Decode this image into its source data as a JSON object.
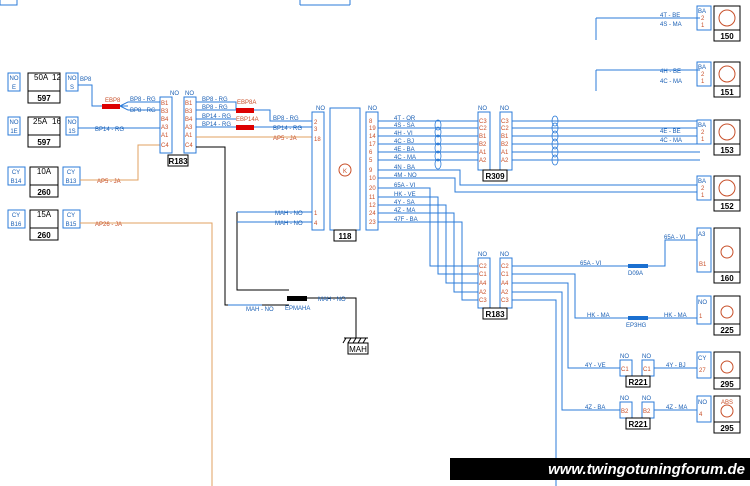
{
  "fuses": [
    {
      "left": "NO",
      "right": "NO",
      "rating": "50A",
      "num": "12",
      "leftsub": "E",
      "rightsub": "S",
      "code": "597"
    },
    {
      "left": "NO",
      "right": "NO",
      "rating": "25A",
      "num": "16",
      "leftsub": "1E",
      "rightsub": "1S",
      "code": "597"
    },
    {
      "left": "CY",
      "right": "CY",
      "rating": "10A",
      "num": "",
      "leftsub": "B14",
      "rightsub": "B13",
      "code": "260"
    },
    {
      "left": "CY",
      "right": "CY",
      "rating": "15A",
      "num": "",
      "leftsub": "B16",
      "rightsub": "B15",
      "code": "260"
    }
  ],
  "fuse_wires": [
    "BP8",
    "BP14 - RG",
    "AP5 - JA",
    "AP26 - JA"
  ],
  "splices": [
    "EBP8",
    "EBP8A",
    "EBP14A",
    "EPMAHA",
    "D09A",
    "EP3HG"
  ],
  "r183_left": {
    "label": "R183",
    "pins_l": [
      "B1",
      "B3",
      "B4",
      "A3",
      "A1",
      "C4"
    ],
    "pins_r": [
      "B1",
      "B3",
      "B4",
      "A3",
      "A1",
      "C4"
    ],
    "top": "NO",
    "top2": "NO"
  },
  "r183_wires_l": [
    "BP8 - RG",
    "BP8 - RG",
    "BP14 - RG"
  ],
  "r183_wires_r": [
    "BP8 - RG",
    "BP8 - RG",
    "BP14 - RG",
    "BP14 - RG"
  ],
  "ecu": {
    "label": "118",
    "top_l": "NO",
    "top_r": "NO",
    "in_pins": [
      "2",
      "3",
      "18",
      "1",
      "4"
    ],
    "in_wires": [
      "BP8 - RG",
      "BP14 - RG",
      "AP5 - JA",
      "MAH - NO",
      "MAH - NO"
    ],
    "out_pins": [
      "8",
      "19",
      "14",
      "17",
      "6",
      "5",
      "9",
      "10",
      "20",
      "11",
      "12",
      "24",
      "23"
    ],
    "out_wires": [
      "4T - OR",
      "4S - SA",
      "4H - VI",
      "4C - BJ",
      "4E - BA",
      "4C - MA",
      "4N - BA",
      "4M - NO",
      "65A - VI",
      "HK - VE",
      "4Y - SA",
      "4Z - MA",
      "47F - BA"
    ]
  },
  "r309": {
    "label": "R309",
    "pins": [
      "C3",
      "C2",
      "B1",
      "B2",
      "A1",
      "A2"
    ],
    "top_l": "NO",
    "top_r": "NO"
  },
  "r183_right": {
    "label": "R183",
    "pins": [
      "C2",
      "C1",
      "A4",
      "A2",
      "C3"
    ],
    "top_l": "NO",
    "top_r": "NO"
  },
  "ground": {
    "label": "MAH",
    "wire": "MAH - NO"
  },
  "mah_wire": "MAH - NO",
  "right_components": [
    {
      "code": "150",
      "pins": [
        "BA",
        "2",
        "1"
      ],
      "w": [
        "4T - BE",
        "4S - MA"
      ]
    },
    {
      "code": "151",
      "pins": [
        "BA",
        "2",
        "1"
      ],
      "w": [
        "4H - BE",
        "4C - MA"
      ]
    },
    {
      "code": "153",
      "pins": [
        "BA",
        "2",
        "1"
      ],
      "w": [
        "4E - BE",
        "4C - MA"
      ]
    },
    {
      "code": "152",
      "pins": [
        "BA",
        "2",
        "1"
      ],
      "w": []
    },
    {
      "code": "160",
      "pins": [
        "A3",
        "B1"
      ],
      "w": [
        "65A - VI"
      ]
    },
    {
      "code": "225",
      "pins": [
        "NO",
        "1"
      ],
      "w": [
        "HK - MA"
      ]
    },
    {
      "code": "295",
      "pins": [
        "CY",
        "27"
      ],
      "w": [
        "4Y - BJ"
      ]
    },
    {
      "code": "295",
      "pins": [
        "NO",
        "4"
      ],
      "w": [
        "4Z - MA"
      ]
    }
  ],
  "r221": [
    {
      "label": "R221",
      "pins": [
        "C1",
        "C1"
      ],
      "top": [
        "NO",
        "NO"
      ],
      "wires": [
        "4Y - VE",
        "4Y - BJ"
      ]
    },
    {
      "label": "R221",
      "pins": [
        "B2",
        "B2"
      ],
      "top": [
        "NO",
        "NO"
      ],
      "wires": [
        "4Z - BA",
        "4Z - MA"
      ]
    }
  ],
  "mid_wires": [
    "65A - VI",
    "HK - MA",
    "4Y - VE",
    "4Z - BA"
  ],
  "abs_label": "ABS",
  "watermark": "www.twingotuningforum.de"
}
